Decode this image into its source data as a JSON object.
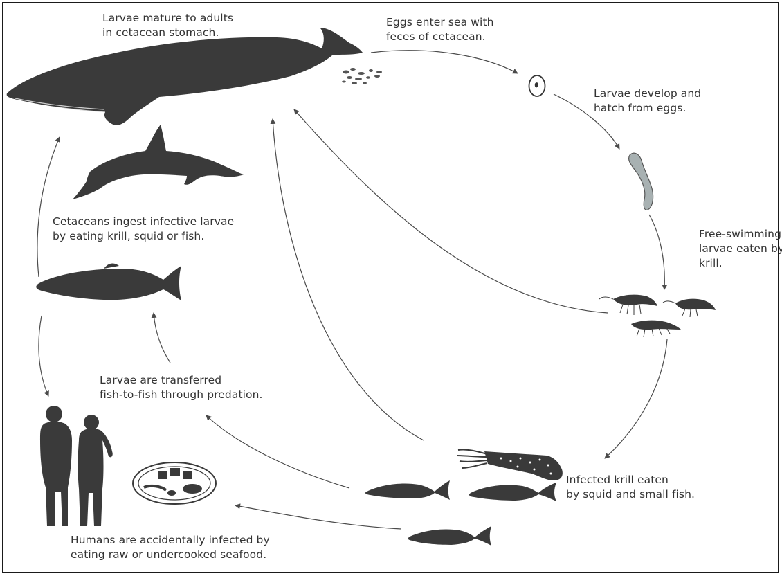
{
  "colors": {
    "silhouette": "#3a3a3a",
    "arrow": "#4a4a4a",
    "larva": "#a8b1b2",
    "text": "#333333"
  },
  "captions": {
    "adult": {
      "l1": "Larvae mature to adults",
      "l2": "in cetacean stomach."
    },
    "eggs": {
      "l1": "Eggs enter sea with",
      "l2": "feces of cetacean."
    },
    "hatch": {
      "l1": "Larvae develop and",
      "l2": "hatch from eggs."
    },
    "krill": {
      "l1": "Free-swimming",
      "l2": "larvae eaten by",
      "l3": "krill."
    },
    "squid": {
      "l1": "Infected krill eaten",
      "l2": "by squid and small fish."
    },
    "humans": {
      "l1": "Humans are accidentally infected by",
      "l2": "eating raw or undercooked seafood."
    },
    "transfer": {
      "l1": "Larvae are transferred",
      "l2": "fish-to-fish through predation."
    },
    "ingest": {
      "l1": "Cetaceans ingest infective larvae",
      "l2": "by eating krill, squid or fish."
    }
  },
  "icons": [
    "whale-icon",
    "feces-icon",
    "egg-icon",
    "larva-icon",
    "krill-icon",
    "squid-icon",
    "fish-icon",
    "dolphin-icon",
    "human-icon",
    "seafood-plate-icon"
  ]
}
